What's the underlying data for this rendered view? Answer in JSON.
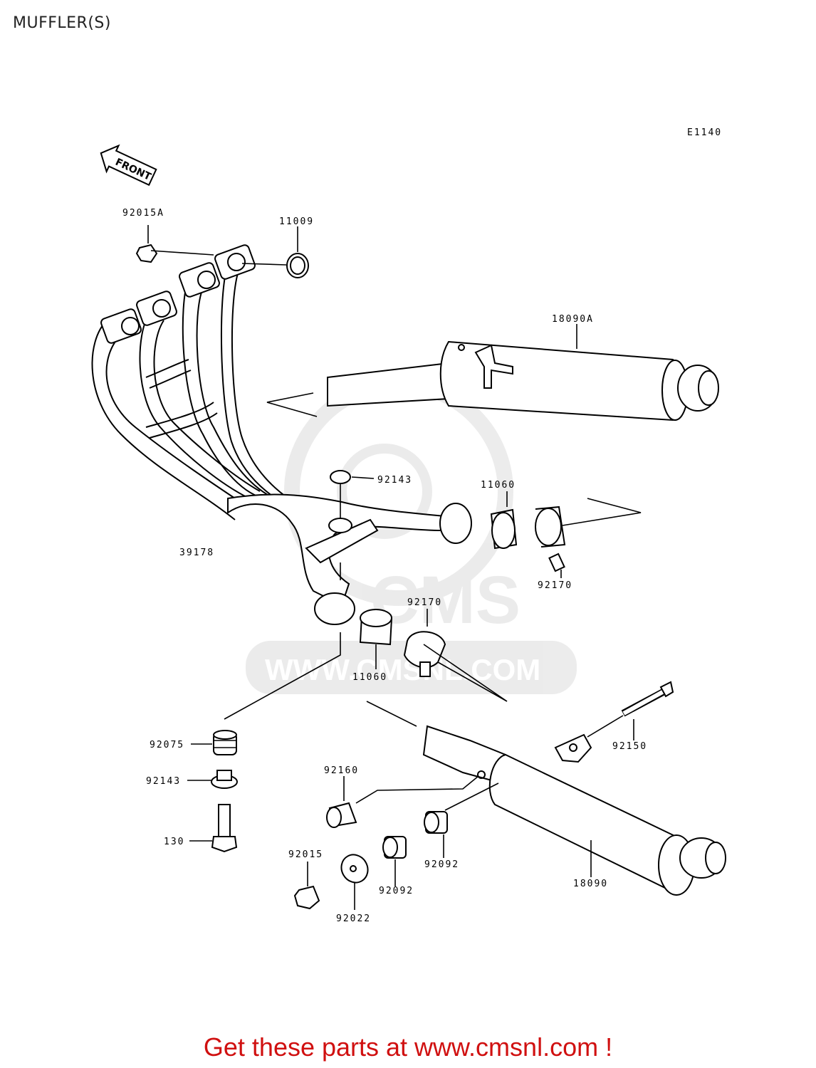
{
  "title": "MUFFLER(S)",
  "diagram_code": "E1140",
  "front_label": "FRONT",
  "watermark": {
    "brand": "CMS",
    "url": "WWW.CMSNL.COM"
  },
  "parts": {
    "p92015A": "92015A",
    "p11009": "11009",
    "p18090A": "18090A",
    "p92143_top": "92143",
    "p11060_right": "11060",
    "p39178": "39178",
    "p92170_right": "92170",
    "p92170_center": "92170",
    "p11060_center": "11060",
    "p92075": "92075",
    "p92143_bottom": "92143",
    "p130": "130",
    "p92160": "92160",
    "p92150": "92150",
    "p92015": "92015",
    "p92022": "92022",
    "p92092_left": "92092",
    "p92092_right": "92092",
    "p18090": "18090"
  },
  "footer": "Get these parts at www.cmsnl.com !",
  "colors": {
    "footer": "#d01010",
    "watermark": "#c8c8c8",
    "line": "#000000"
  }
}
